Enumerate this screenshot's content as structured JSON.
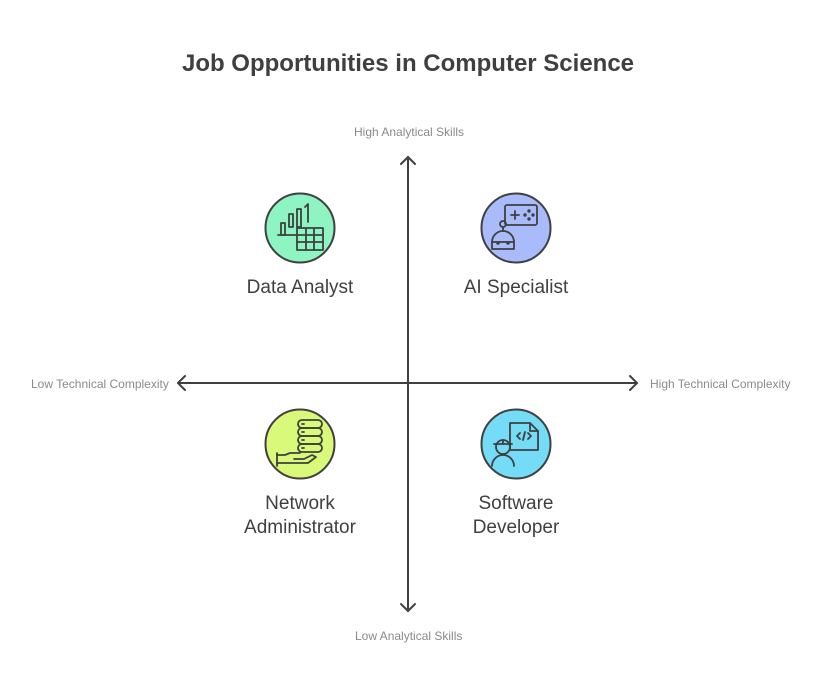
{
  "title": "Job Opportunities in Computer Science",
  "axes": {
    "top": "High Analytical Skills",
    "bottom": "Low Analytical Skills",
    "left": "Low Technical Complexity",
    "right": "High Technical Complexity"
  },
  "quadrants": {
    "top_left": {
      "label": "Data Analyst",
      "icon": "bar-chart-table-icon",
      "color": "#8ef5c2"
    },
    "top_right": {
      "label": "AI Specialist",
      "icon": "robot-gamepad-icon",
      "color": "#a9bbfb"
    },
    "bottom_left": {
      "label_line1": "Network",
      "label_line2": "Administrator",
      "icon": "server-hand-icon",
      "color": "#d9f97b"
    },
    "bottom_right": {
      "label_line1": "Software",
      "label_line2": "Developer",
      "icon": "developer-code-icon",
      "color": "#74dcf7"
    }
  }
}
